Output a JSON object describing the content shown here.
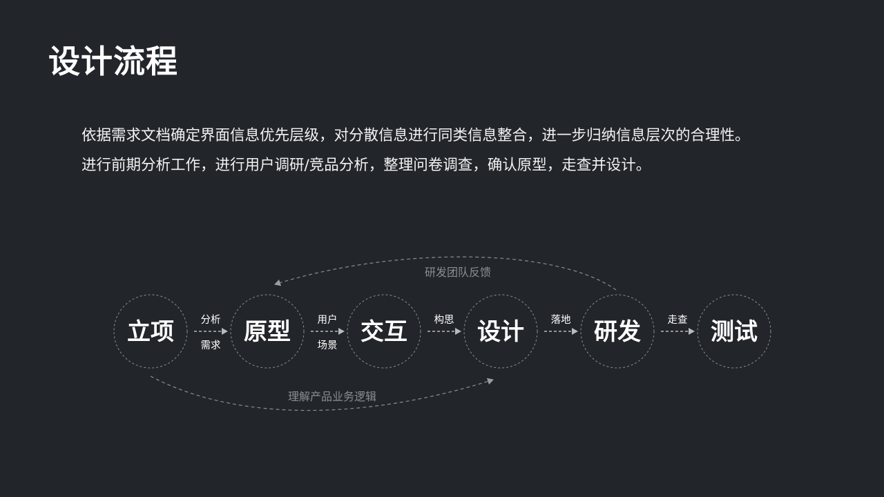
{
  "title": "设计流程",
  "description": [
    "依据需求文档确定界面信息优先层级，对分散信息进行同类信息整合，进一步归纳信息层次的合理性。",
    "进行前期分析工作，进行用户调研/竞品分析，整理问卷调查，确认原型，走查并设计。"
  ],
  "flow": {
    "nodes": [
      "立项",
      "原型",
      "交互",
      "设计",
      "研发",
      "测试"
    ],
    "edges": [
      {
        "top": "分析",
        "bottom": "需求"
      },
      {
        "top": "用户",
        "bottom": "场景"
      },
      {
        "top": "构思",
        "bottom": ""
      },
      {
        "top": "落地",
        "bottom": ""
      },
      {
        "top": "走查",
        "bottom": ""
      }
    ],
    "feedback_top": "研发团队反馈",
    "feedback_bottom": "理解产品业务逻辑"
  },
  "colors": {
    "background": "#22252a",
    "text": "#ffffff",
    "muted": "#8a8d93"
  }
}
